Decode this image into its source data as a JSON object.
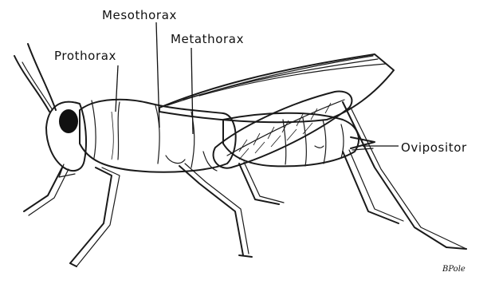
{
  "diagram": {
    "labels": {
      "mesothorax": "Mesothorax",
      "prothorax": "Prothorax",
      "metathorax": "Metathorax",
      "ovipositor": "Ovipositor"
    },
    "signature": "BPole"
  }
}
